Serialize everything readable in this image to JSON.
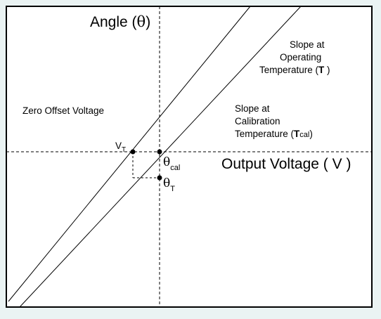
{
  "labels": {
    "y_axis_prefix": "Angle (",
    "y_axis_symbol": "θ",
    "y_axis_suffix": ")",
    "x_axis": "Output Voltage ( V )",
    "zero_offset": "Zero Offset Voltage",
    "slope_operating_line1": "Slope at",
    "slope_operating_line2": "Operating",
    "slope_operating_line3_text": "Temperature (",
    "slope_operating_line3_symbol": "T",
    "slope_operating_line3_close": " )",
    "slope_calibration_line1": "Slope at",
    "slope_calibration_line2": "Calibration",
    "slope_calibration_line3_text": "Temperature (",
    "slope_calibration_line3_symbol": "T",
    "slope_calibration_line3_sub": "cal",
    "slope_calibration_line3_close": ")",
    "vt_main": "V",
    "vt_sub": "T",
    "theta_cal_main": "θ",
    "theta_cal_sub": "cal",
    "theta_t_main": "θ",
    "theta_t_sub": "T"
  },
  "colors": {
    "frame_background": "#eaf3f3",
    "plot_background": "#ffffff",
    "line": "#000000"
  }
}
